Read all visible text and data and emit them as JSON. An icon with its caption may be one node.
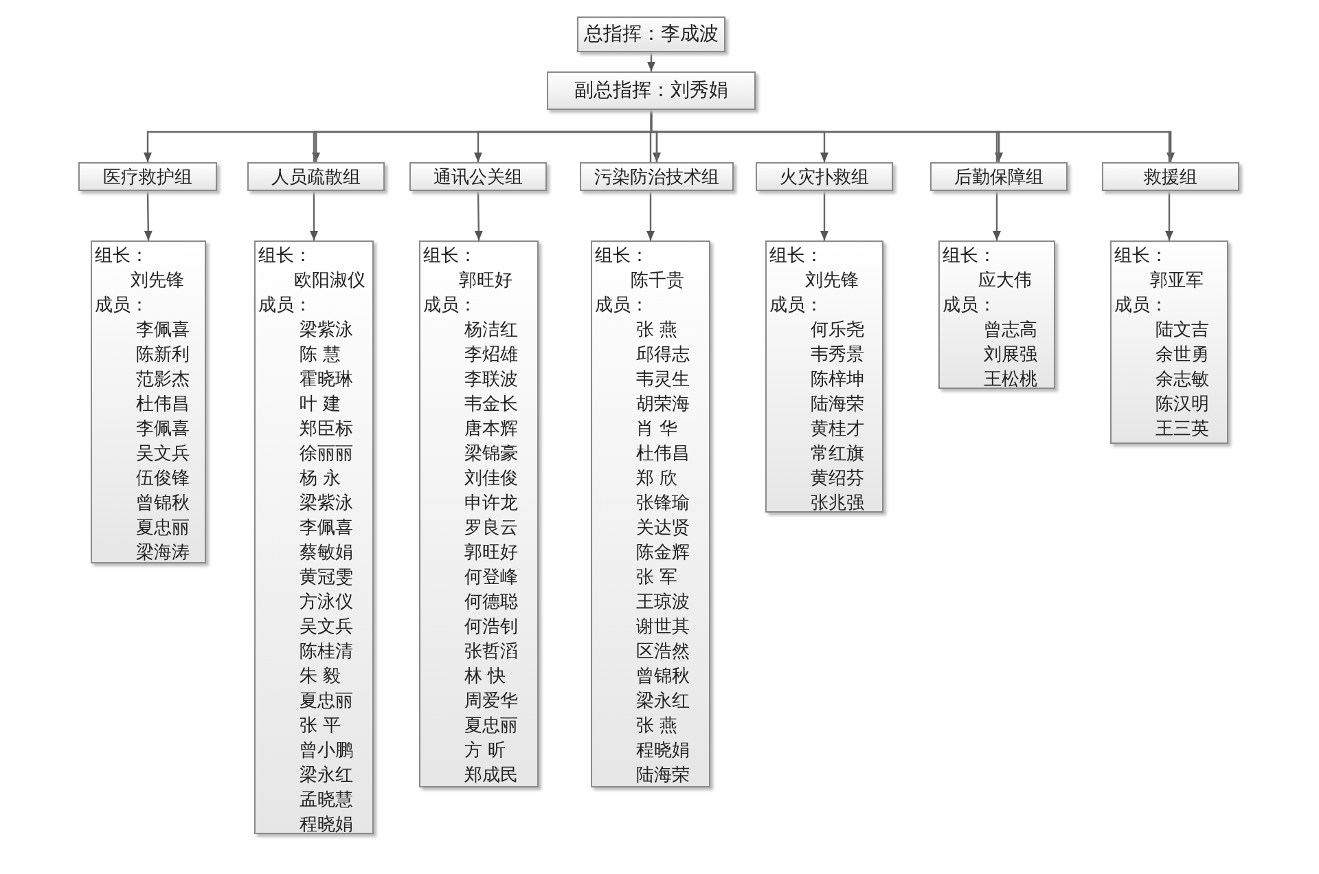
{
  "diagram": {
    "nodes": [
      {
        "text": [
          "总指挥：李成波"
        ]
      },
      {
        "text": [
          "副总指挥：刘秀娟"
        ]
      },
      {
        "text": [
          "医疗救护组"
        ]
      },
      {
        "text": [
          "人员疏散组"
        ]
      },
      {
        "text": [
          "通讯公关组"
        ]
      },
      {
        "text": [
          "污染防治技术组"
        ]
      },
      {
        "text": [
          "火灾扑救组"
        ]
      },
      {
        "text": [
          "后勤保障组"
        ]
      },
      {
        "text": [
          "救援组"
        ]
      },
      {
        "text": [
          "组长：",
          "刘先锋",
          "成员：",
          "李佩喜",
          "陈新利",
          "范影杰",
          "杜伟昌",
          "李佩喜",
          "吴文兵",
          "伍俊锋",
          "曾锦秋",
          "夏忠丽",
          "梁海涛"
        ]
      },
      {
        "text": [
          "组长：",
          "欧阳淑仪",
          "成员：",
          "梁紫泳",
          "陈 慧",
          "霍晓琳",
          "叶 建",
          "郑臣标",
          "徐丽丽",
          "杨 永",
          "梁紫泳",
          "李佩喜",
          "蔡敏娟",
          "黄冠雯",
          "方泳仪",
          "吴文兵",
          "陈桂清",
          "朱 毅",
          "夏忠丽",
          "张 平",
          "曾小鹏",
          "梁永红",
          "孟晓慧",
          "程晓娟"
        ]
      },
      {
        "text": [
          "组长：",
          "郭旺好",
          "成员：",
          "杨洁红",
          "李炤雄",
          "李联波",
          "韦金长",
          "唐本辉",
          "梁锦豪",
          "刘佳俊",
          "申许龙",
          "罗良云",
          "郭旺好",
          "何登峰",
          "何德聪",
          "何浩钊",
          "张哲滔",
          "林 快",
          "周爱华",
          "夏忠丽",
          "方 昕",
          "郑成民"
        ]
      },
      {
        "text": [
          "组长：",
          "陈千贵",
          "成员：",
          "张 燕",
          "邱得志",
          "韦灵生",
          "胡荣海",
          "肖 华",
          "杜伟昌",
          "郑 欣",
          "张锋瑜",
          "关达贤",
          "陈金辉",
          "张 军",
          "王琼波",
          "谢世其",
          "区浩然",
          "曾锦秋",
          "梁永红",
          "张 燕",
          "程晓娟",
          "陆海荣"
        ]
      },
      {
        "text": [
          "组长：",
          "刘先锋",
          "成员：",
          "何乐尧",
          "韦秀景",
          "陈梓坤",
          "陆海荣",
          "黄桂才",
          "常红旗",
          "黄绍芬",
          "张兆强"
        ]
      },
      {
        "text": [
          "组长：",
          "应大伟",
          "成员：",
          "曾志高",
          "刘展强",
          "王松桃"
        ]
      },
      {
        "text": [
          "组长：",
          "郭亚军",
          "成员：",
          "陆文吉",
          "余世勇",
          "余志敏",
          "陈汉明",
          "王三英"
        ]
      }
    ],
    "edges": [
      {
        "from": 0,
        "to": 1,
        "arrow": "to"
      },
      {
        "from": 1,
        "to": 2,
        "arrow": "to"
      },
      {
        "from": 1,
        "to": 3,
        "arrow": "to"
      },
      {
        "from": 1,
        "to": 4,
        "arrow": "to"
      },
      {
        "from": 1,
        "to": 5,
        "arrow": "to"
      },
      {
        "from": 1,
        "to": 6,
        "arrow": "to"
      },
      {
        "from": 1,
        "to": 7,
        "arrow": "to"
      },
      {
        "from": 1,
        "to": 8,
        "arrow": "to"
      },
      {
        "from": 2,
        "to": 9,
        "arrow": "to"
      },
      {
        "from": 3,
        "to": 10,
        "arrow": "to"
      },
      {
        "from": 4,
        "to": 11,
        "arrow": "to"
      },
      {
        "from": 5,
        "to": 12,
        "arrow": "to"
      },
      {
        "from": 6,
        "to": 13,
        "arrow": "to"
      },
      {
        "from": 7,
        "to": 14,
        "arrow": "to"
      },
      {
        "from": 8,
        "to": 15,
        "arrow": "to"
      }
    ]
  }
}
